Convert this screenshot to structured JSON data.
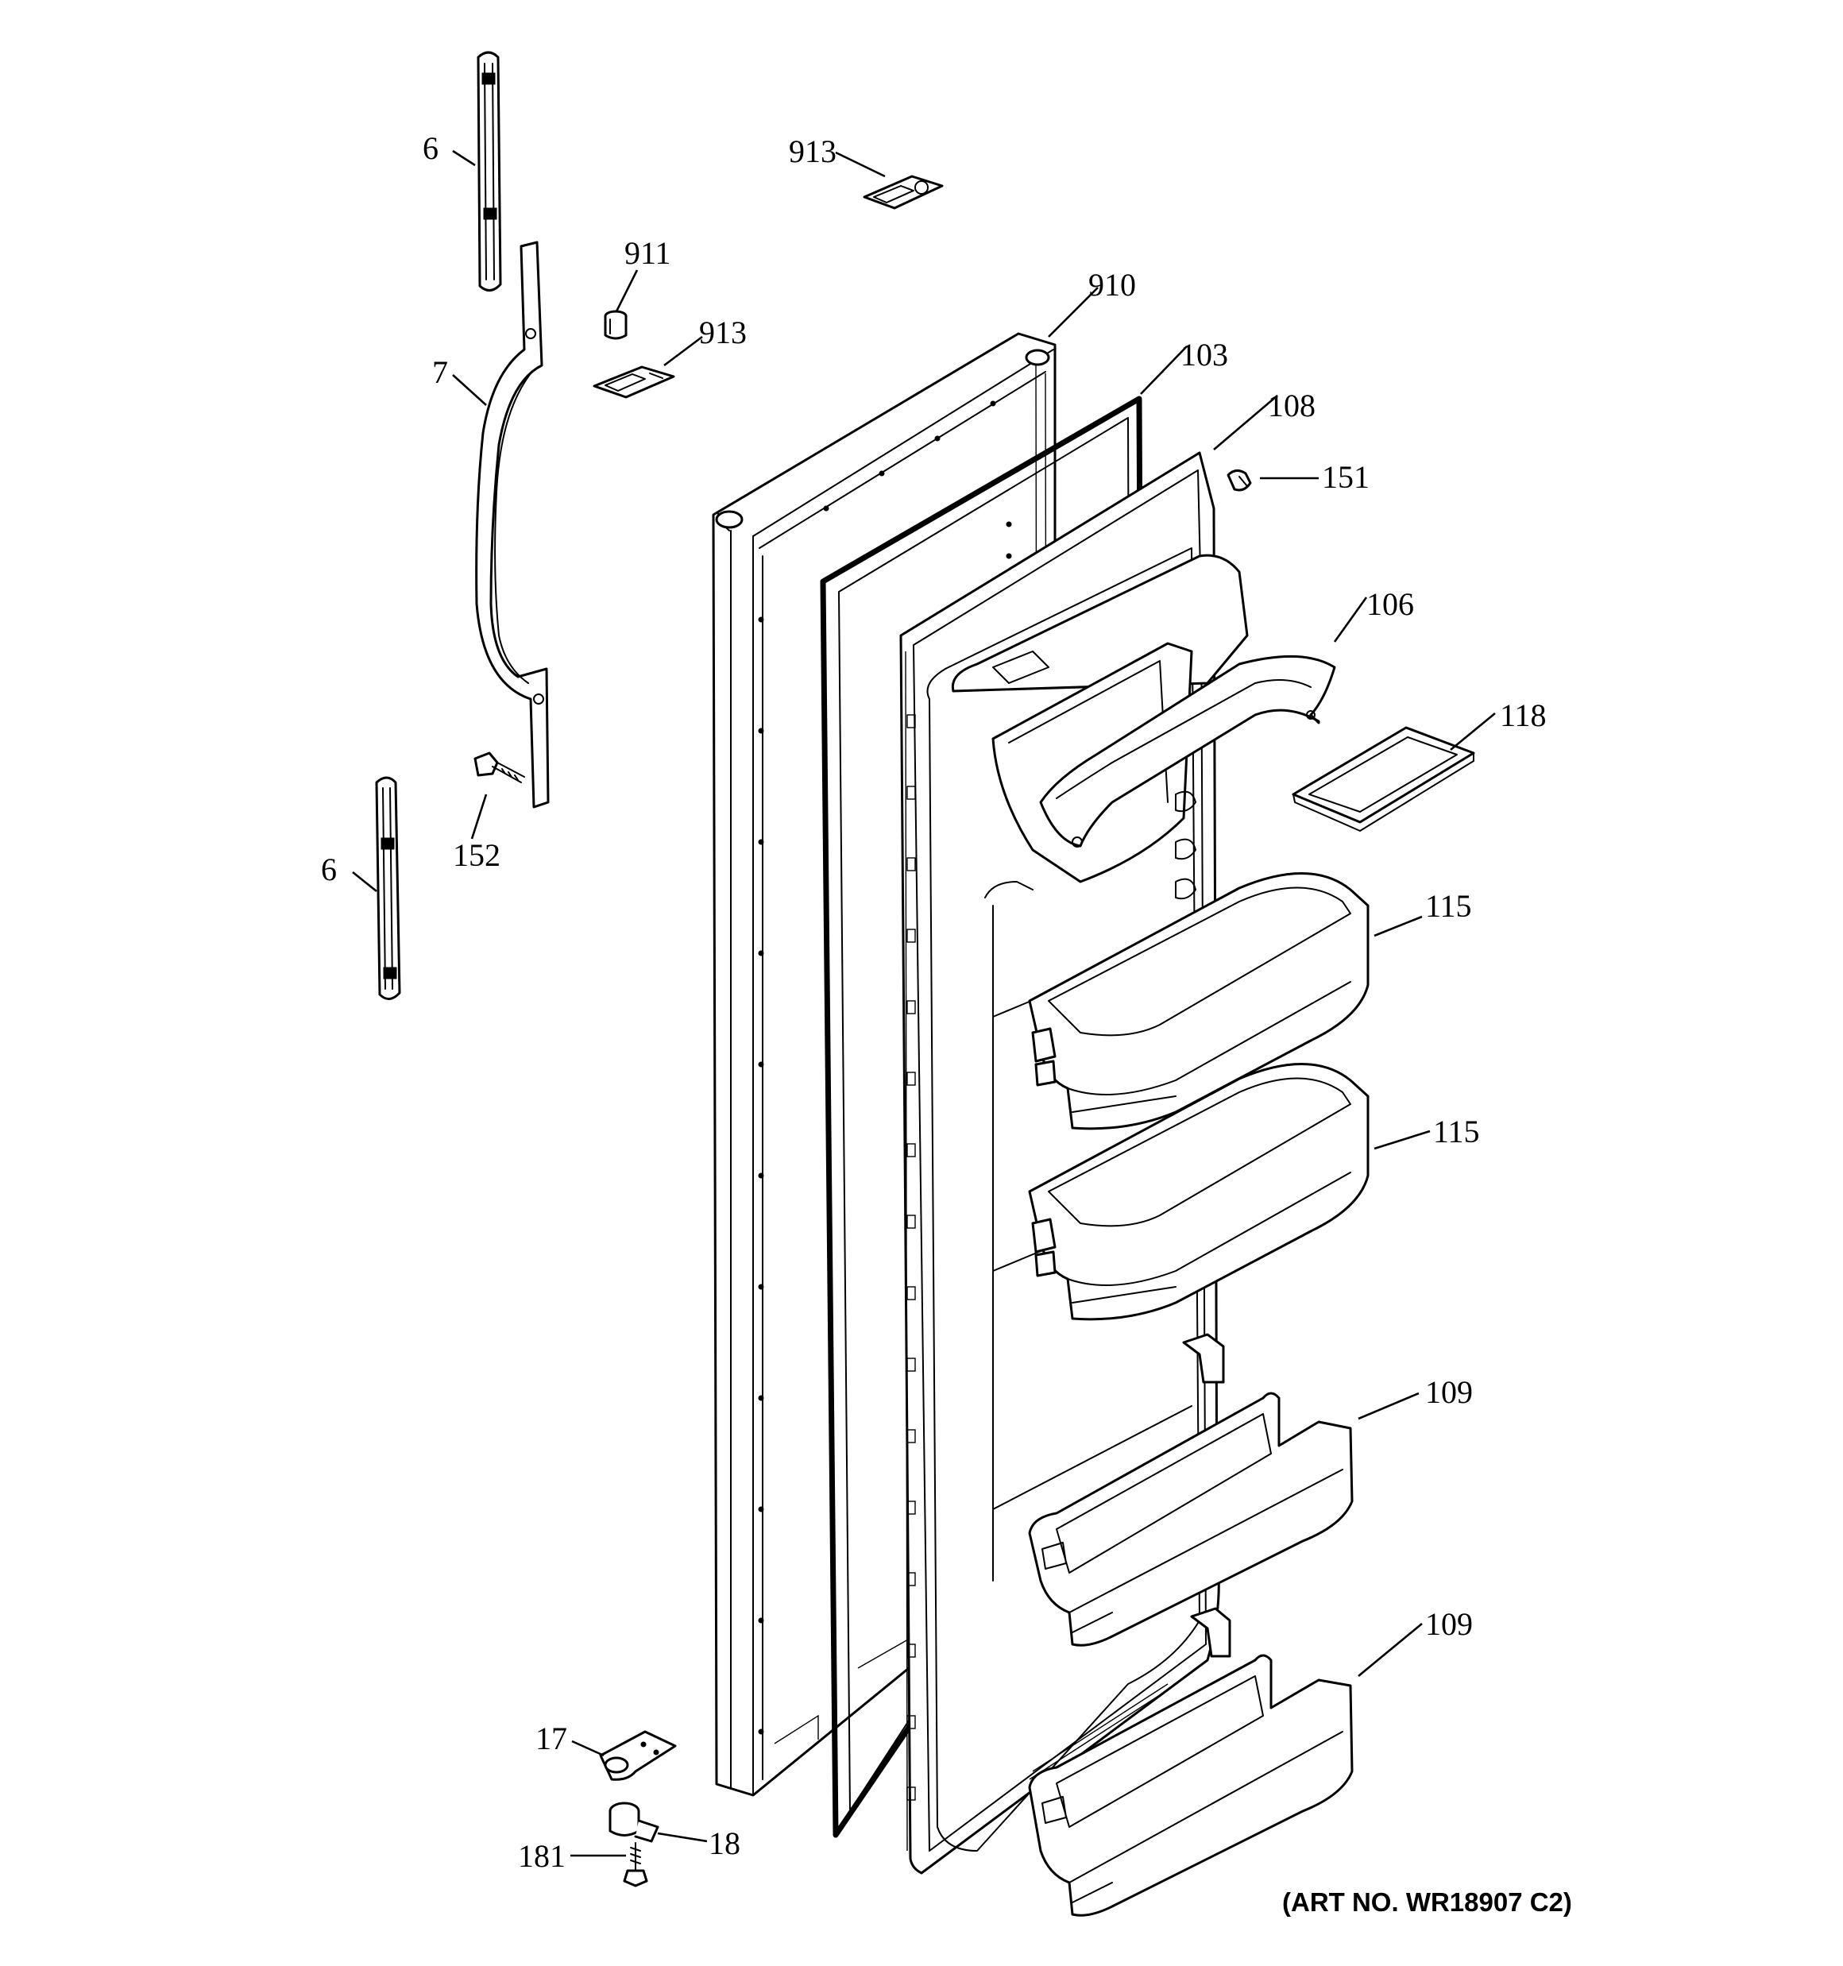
{
  "callouts": {
    "c6a": "6",
    "c6b": "6",
    "c7": "7",
    "c152": "152",
    "c913a": "913",
    "c911": "911",
    "c913b": "913",
    "c910": "910",
    "c103": "103",
    "c108": "108",
    "c151": "151",
    "c106": "106",
    "c118": "118",
    "c115a": "115",
    "c115b": "115",
    "c109a": "109",
    "c109b": "109",
    "c17": "17",
    "c18": "18",
    "c181": "181"
  },
  "art_number": "(ART NO. WR18907 C2)"
}
